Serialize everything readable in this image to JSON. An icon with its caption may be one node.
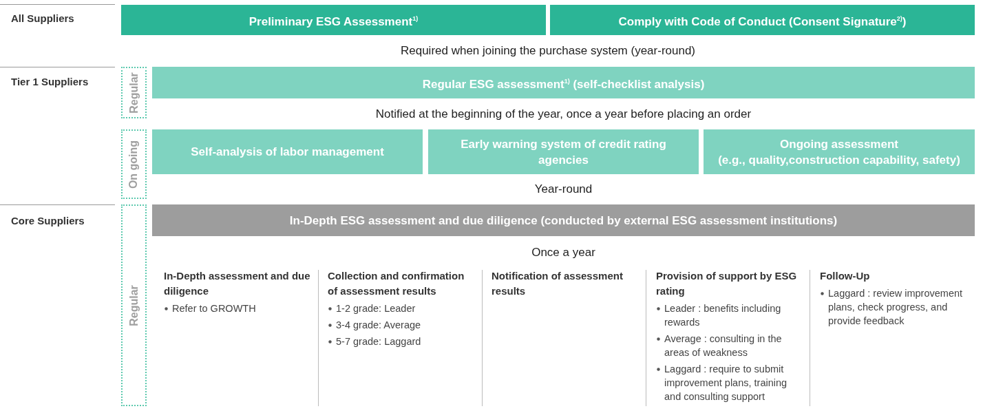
{
  "diagram": {
    "nodes": [
      {
        "text": [
          "Preliminary ESG Assessment$^{1)}$"
        ]
      },
      {
        "text": [
          "Comply with Code of Conduct (Consent Signature$^{2)}$)"
        ]
      },
      {
        "text": [
          "Regular"
        ]
      },
      {
        "text": [
          "Regular ESG assessment$^{1)}$ (self-checklist analysis)"
        ]
      },
      {
        "text": [
          "On going"
        ]
      },
      {
        "text": [
          "Self-analysis of labor management"
        ]
      },
      {
        "text": [
          "Early warning system of credit rating agencies"
        ]
      },
      {
        "text": [
          "Ongoing assessment",
          "(e.g., quality,construction capability, safety)"
        ]
      },
      {
        "text": [
          "Regular"
        ]
      },
      {
        "text": [
          "In-Depth ESG assessment and due diligence (conducted by external ESG assessment institutions)"
        ]
      }
    ],
    "labels": [
      "All Suppliers",
      "Required when joining the purchase system (year-round)",
      "Tier 1 Suppliers",
      "Notified at the beginning of the year, once a year before placing an order",
      "Year-round",
      "Core Suppliers",
      "Once a year",
      "In-Depth assessment and due diligence",
      "Refer to GROWTH",
      "Collection and confirmation of assessment results",
      "1-2 grade: Leader",
      "3-4 grade: Average",
      "5-7 grade: Laggard",
      "Notification of assessment results",
      "Provision of support by ESG rating",
      "Leader : benefits including rewards",
      "Average : consulting in the areas of weakness",
      "Laggard : require to submit improvement plans, training and consulting support",
      "Follow-Up",
      "Laggard : review improvement plans, check progress, and provide feedback"
    ]
  }
}
